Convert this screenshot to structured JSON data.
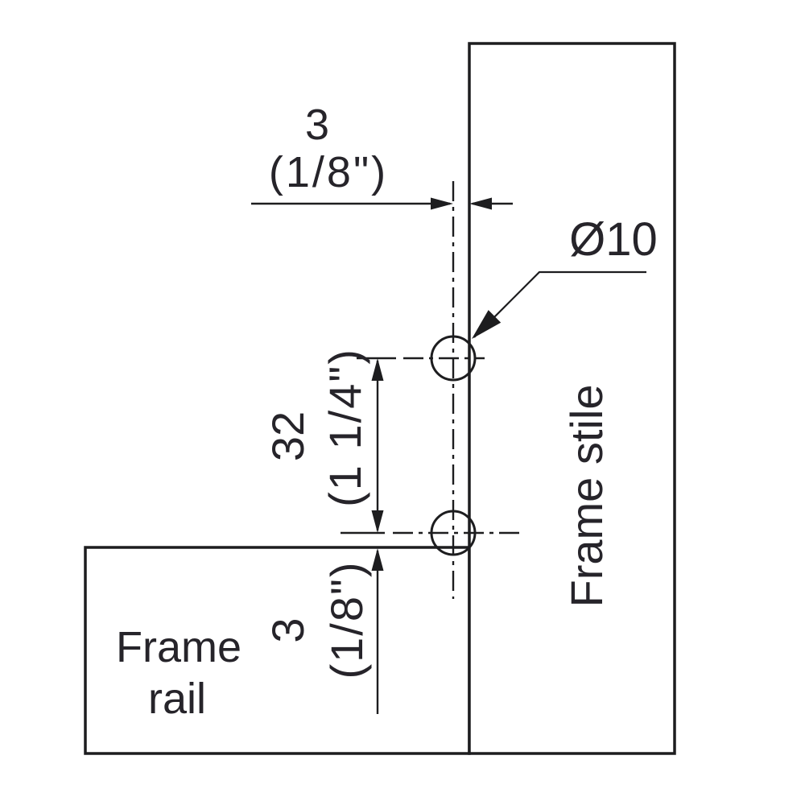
{
  "colors": {
    "background": "#ffffff",
    "ink": "#1d1d1f",
    "text": "#26242a"
  },
  "parts": {
    "stile_label": "Frame stile",
    "rail_label_line1": "Frame",
    "rail_label_line2": "rail"
  },
  "dimensions": {
    "edge_offset": {
      "metric": "3",
      "imperial": "(1/8\")"
    },
    "hole_pitch": {
      "metric": "32",
      "imperial": "(1 1/4\")"
    },
    "rail_offset": {
      "metric": "3",
      "imperial": "(1/8\")"
    },
    "hole_diameter": "Ø10"
  }
}
